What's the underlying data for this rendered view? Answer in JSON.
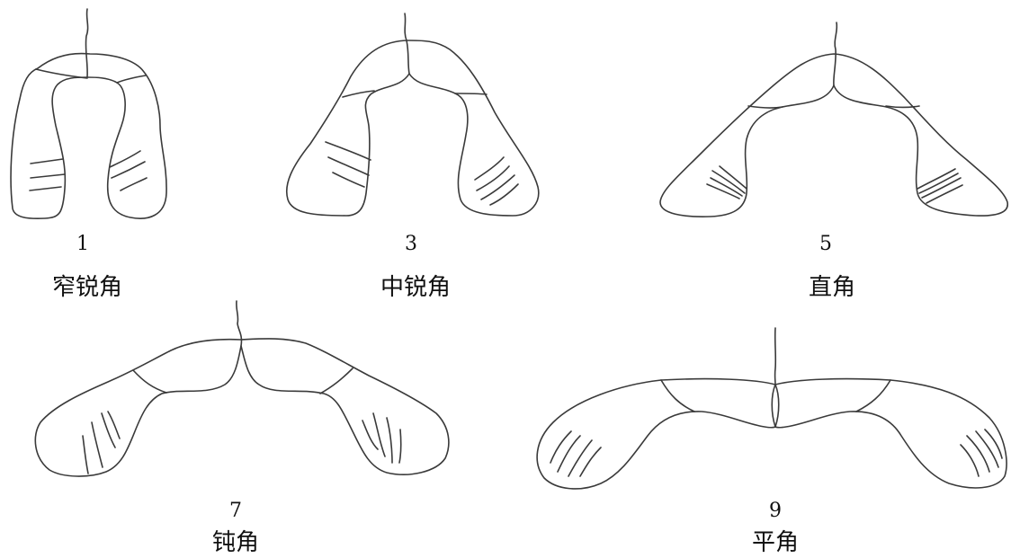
{
  "colors": {
    "line": "#3a3a3a",
    "text": "#111111",
    "background": "#ffffff"
  },
  "figures": [
    {
      "number": "1",
      "label": "窄锐角"
    },
    {
      "number": "3",
      "label": "中锐角"
    },
    {
      "number": "5",
      "label": "直角"
    },
    {
      "number": "7",
      "label": "钝角"
    },
    {
      "number": "9",
      "label": "平角"
    }
  ]
}
